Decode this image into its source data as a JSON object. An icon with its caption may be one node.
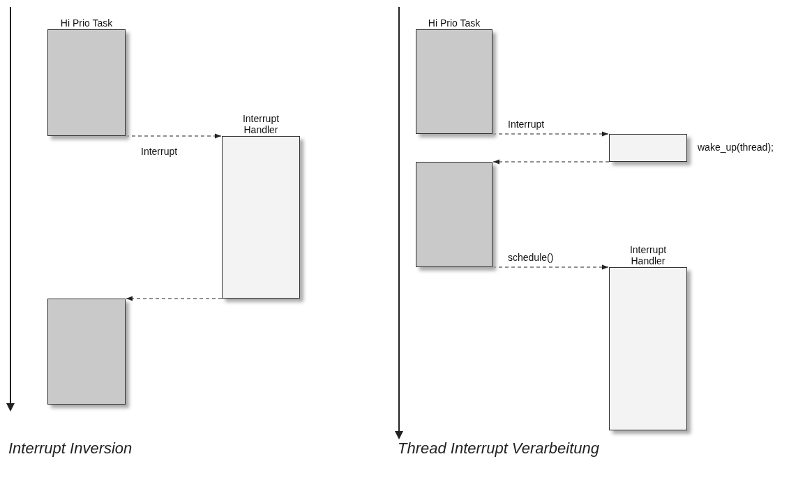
{
  "diagram": {
    "nodes": [
      {
        "text": [
          "Hi Prio Task"
        ]
      },
      {
        "text": [
          "Interrupt Handler"
        ]
      },
      {
        "text": [],
        "shape": "box"
      },
      {
        "text": [
          "Hi Prio Task"
        ]
      },
      {
        "text": [],
        "shape": "box",
        "beside": [
          "wake_up(thread);"
        ]
      },
      {
        "text": [],
        "shape": "box"
      },
      {
        "text": [
          "Interrupt Handler"
        ]
      }
    ],
    "edges": [
      {
        "from": 0,
        "to": 1,
        "arrow": "to",
        "style": "dashed",
        "label": "Interrupt"
      },
      {
        "from": 1,
        "to": 2,
        "arrow": "to",
        "style": "dashed"
      },
      {
        "from": 3,
        "to": 4,
        "arrow": "to",
        "style": "dashed",
        "label": "Interrupt"
      },
      {
        "from": 4,
        "to": 5,
        "arrow": "to",
        "style": "dashed"
      },
      {
        "from": 5,
        "to": 6,
        "arrow": "to",
        "style": "dashed",
        "label": "schedule()"
      }
    ],
    "labels": [
      "Interrupt Inversion",
      "Thread Interrupt Verarbeitung"
    ]
  }
}
